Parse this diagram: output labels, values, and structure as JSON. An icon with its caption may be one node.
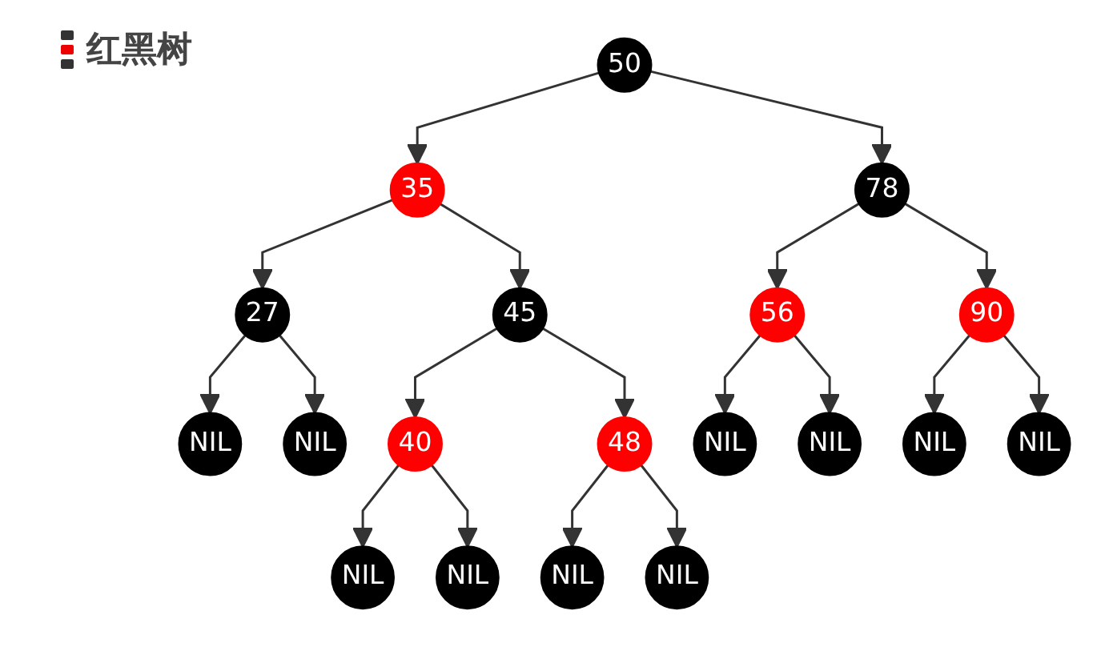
{
  "diagram": {
    "title": "红黑树",
    "nodes": [
      {
        "text": [
          "50"
        ]
      },
      {
        "text": [
          "35"
        ]
      },
      {
        "text": [
          "78"
        ]
      },
      {
        "text": [
          "27"
        ]
      },
      {
        "text": [
          "45"
        ]
      },
      {
        "text": [
          "56"
        ]
      },
      {
        "text": [
          "90"
        ]
      },
      {
        "text": [
          "NIL"
        ]
      },
      {
        "text": [
          "NIL"
        ]
      },
      {
        "text": [
          "40"
        ]
      },
      {
        "text": [
          "48"
        ]
      },
      {
        "text": [
          "NIL"
        ]
      },
      {
        "text": [
          "NIL"
        ]
      },
      {
        "text": [
          "NIL"
        ]
      },
      {
        "text": [
          "NIL"
        ]
      },
      {
        "text": [
          "NIL"
        ]
      },
      {
        "text": [
          "NIL"
        ]
      },
      {
        "text": [
          "NIL"
        ]
      },
      {
        "text": [
          "NIL"
        ]
      }
    ],
    "edges": [
      {
        "from": 0,
        "to": 1,
        "arrow": "to"
      },
      {
        "from": 0,
        "to": 2,
        "arrow": "to"
      },
      {
        "from": 1,
        "to": 3,
        "arrow": "to"
      },
      {
        "from": 1,
        "to": 4,
        "arrow": "to"
      },
      {
        "from": 2,
        "to": 5,
        "arrow": "to"
      },
      {
        "from": 2,
        "to": 6,
        "arrow": "to"
      },
      {
        "from": 3,
        "to": 7,
        "arrow": "to"
      },
      {
        "from": 3,
        "to": 8,
        "arrow": "to"
      },
      {
        "from": 4,
        "to": 9,
        "arrow": "to"
      },
      {
        "from": 4,
        "to": 10,
        "arrow": "to"
      },
      {
        "from": 5,
        "to": 11,
        "arrow": "to"
      },
      {
        "from": 5,
        "to": 12,
        "arrow": "to"
      },
      {
        "from": 6,
        "to": 13,
        "arrow": "to"
      },
      {
        "from": 6,
        "to": 14,
        "arrow": "to"
      },
      {
        "from": 9,
        "to": 15,
        "arrow": "to"
      },
      {
        "from": 9,
        "to": 16,
        "arrow": "to"
      },
      {
        "from": 10,
        "to": 17,
        "arrow": "to"
      },
      {
        "from": 10,
        "to": 18,
        "arrow": "to"
      }
    ]
  }
}
